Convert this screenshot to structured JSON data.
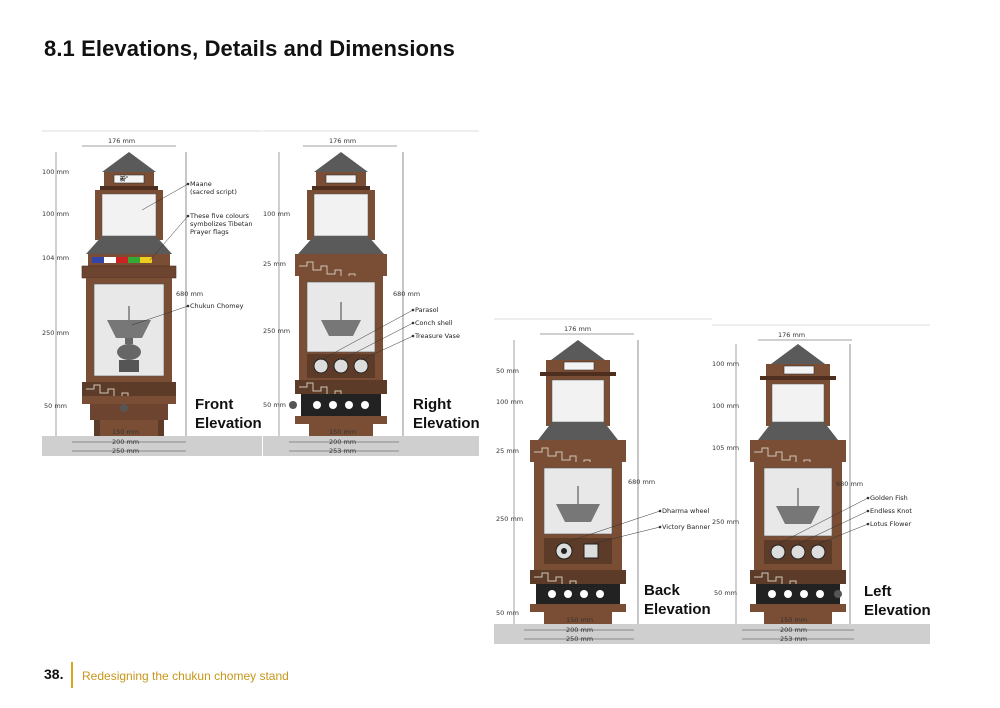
{
  "page": {
    "title": "8.1 Elevations, Details and Dimensions",
    "page_number": "38.",
    "footer_text": "Redesigning the chukun chomey stand"
  },
  "colors": {
    "wood": "#7a4e34",
    "wood_dark": "#4e2f1f",
    "roof": "#5a5a5a",
    "ground": "#cfcfcf",
    "accent": "#d9a520"
  },
  "elevations": [
    {
      "name_line1": "Front",
      "name_line2": "Elevation",
      "width_top": "176 mm",
      "dims_left": [
        "100 mm",
        "100 mm",
        "104 mm",
        "250 mm",
        "50 mm"
      ],
      "height": "680 mm",
      "widths_bottom": [
        "150 mm",
        "200 mm",
        "250 mm"
      ],
      "annotations": [
        "Maane",
        "(sacred script)",
        "These five colours",
        "symbolizes Tibetan",
        "Prayer flags",
        "Chukun Chomey"
      ]
    },
    {
      "name_line1": "Right",
      "name_line2": "Elevation",
      "width_top": "176 mm",
      "dims_left": [
        "100 mm",
        "25 mm",
        "250 mm",
        "50 mm"
      ],
      "height": "680 mm",
      "widths_bottom": [
        "150 mm",
        "200 mm",
        "253 mm"
      ],
      "annotations": [
        "Parasol",
        "Conch shell",
        "Treasure Vase"
      ]
    },
    {
      "name_line1": "Back",
      "name_line2": "Elevation",
      "width_top": "176 mm",
      "dims_left": [
        "50 mm",
        "100 mm",
        "25 mm",
        "250 mm",
        "50 mm"
      ],
      "height": "680 mm",
      "widths_bottom": [
        "150 mm",
        "200 mm",
        "250 mm"
      ],
      "annotations": [
        "Dharma wheel",
        "Victory Banner"
      ]
    },
    {
      "name_line1": "Left",
      "name_line2": "Elevation",
      "width_top": "176 mm",
      "dims_left": [
        "100 mm",
        "100 mm",
        "105 mm",
        "250 mm",
        "50 mm"
      ],
      "height": "680 mm",
      "widths_bottom": [
        "150 mm",
        "200 mm",
        "253 mm"
      ],
      "annotations": [
        "Golden Fish",
        "Endless Knot",
        "Lotus Flower"
      ]
    }
  ]
}
